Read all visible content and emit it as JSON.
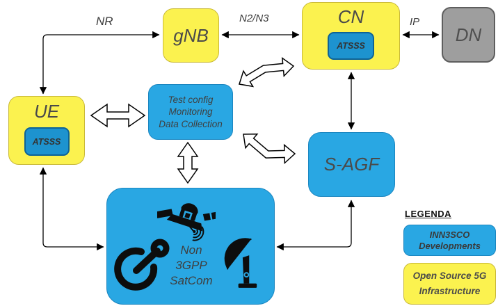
{
  "colors": {
    "yellow_fill": "#FBF24F",
    "yellow_border": "#C9B938",
    "blue_fill": "#29A7E3",
    "blue_border": "#1B86C0",
    "badge_fill": "#1D93CF",
    "badge_border": "#0E6396",
    "gray_fill": "#9E9E9E",
    "gray_border": "#5E5E5E",
    "label_text": "#4A4A4A"
  },
  "nodes": {
    "gnb": {
      "label": "gNB"
    },
    "cn": {
      "label": "CN",
      "badge": "ATSSS"
    },
    "dn": {
      "label": "DN"
    },
    "ue": {
      "label": "UE",
      "badge": "ATSSS"
    },
    "test_config": {
      "line1": "Test config",
      "line2": "Monitoring",
      "line3": "Data Collection"
    },
    "sagf": {
      "label": "S-AGF"
    },
    "satcom": {
      "line1": "Non",
      "line2": "3GPP",
      "line3": "SatCom"
    }
  },
  "edge_labels": {
    "nr": "NR",
    "n2_n3": "N2/N3",
    "ip": "IP"
  },
  "icons": [
    "satellite-icon",
    "satellite-dish-icon",
    "radar-dish-icon"
  ],
  "legend": {
    "title": "LEGENDA",
    "items": [
      {
        "line1": "INN3SCO",
        "line2": "Developments",
        "type": "blue"
      },
      {
        "line1": "Open Source 5G",
        "line2": "Infrastructure",
        "type": "yellow"
      }
    ]
  }
}
